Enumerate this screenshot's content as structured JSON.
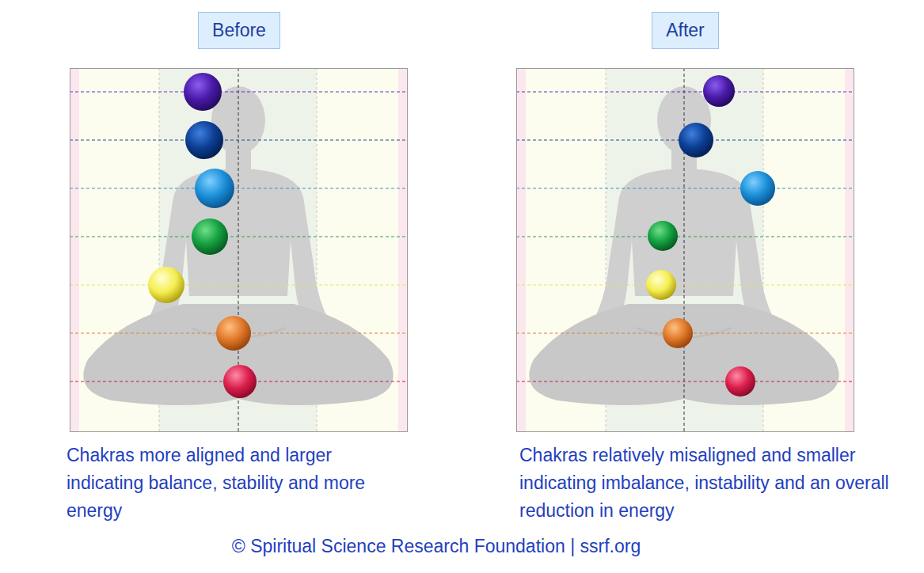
{
  "diagram": {
    "nodes": [
      {
        "text": [
          "Before"
        ]
      },
      {
        "text": [
          "After"
        ]
      }
    ],
    "labels": [
      "Chakras more aligned and larger indicating balance, stability and more energy",
      "Chakras relatively misaligned and smaller indicating imbalance, instability and an overall reduction in energy",
      "© Spiritual Science Research Foundation | ssrf.org"
    ]
  }
}
